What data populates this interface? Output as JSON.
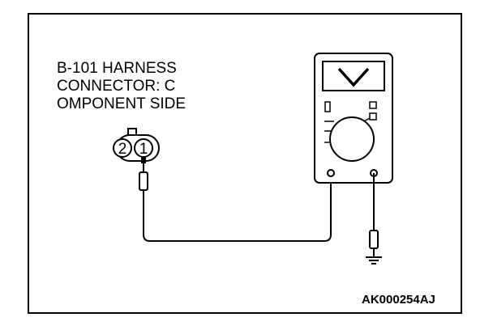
{
  "connector_label": {
    "line1": "B-101 HARNESS",
    "line2": "CONNECTOR: C",
    "line3": "OMPONENT SIDE"
  },
  "connector": {
    "pin_left": "2",
    "pin_right": "1"
  },
  "meter": {
    "display_symbol": "V",
    "display_icon": "voltage-v-icon"
  },
  "figure_code": "AK000254AJ",
  "colors": {
    "line": "#000000",
    "background": "#ffffff"
  }
}
